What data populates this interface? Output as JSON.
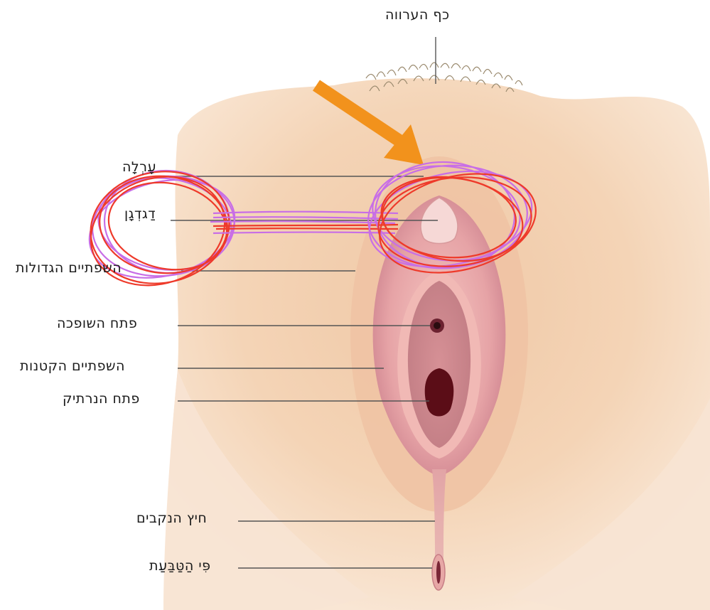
{
  "labels": {
    "mons_pubis": "כף הערווה",
    "clitoral_hood": "עָרְלָה",
    "clitoris": "דַגדְגָן",
    "labia_majora": "השפתיים הגדולות",
    "urethral_opening": "פתח השופכה",
    "labia_minora": "השפתיים הקטנות",
    "vaginal_opening": "פתח הנרתיק",
    "perineum": "חיץ הנקבים",
    "anus": "פִּי הַטַּבַּעַת"
  },
  "colors": {
    "arrow": "#f2921c",
    "scribble_red": "#ee3a2a",
    "scribble_purple": "#c86ee6",
    "leader_line": "#555555",
    "skin": "#f3d3b4",
    "labia_pink": "#d98d96"
  }
}
